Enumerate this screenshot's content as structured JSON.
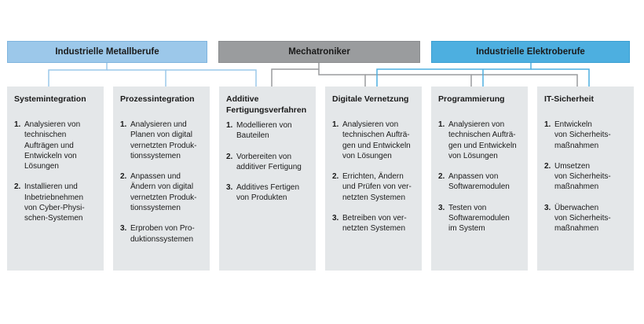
{
  "groups": {
    "metal": "Industrielle Metallberufe",
    "mecha": "Mechatroniker",
    "elektro": "Industrielle Elektroberufe"
  },
  "colors": {
    "metal": "#9cc8ea",
    "mecha": "#9a9c9e",
    "elektro": "#4dafe0",
    "card_bg": "#e4e7e9"
  },
  "cards": [
    {
      "title": "Systemintegration",
      "items": [
        {
          "num": "1.",
          "text": "Analysieren von\ntechnischen\nAufträgen und\nEntwickeln von\nLösungen"
        },
        {
          "num": "2.",
          "text": "Installieren und\nInbetriebnehmen\nvon Cyber-Physi-\nschen-Systemen"
        }
      ]
    },
    {
      "title": "Prozessintegration",
      "items": [
        {
          "num": "1.",
          "text": "Analysieren und\nPlanen von digital\nvernetzten Produk-\ntionssystemen"
        },
        {
          "num": "2.",
          "text": "Anpassen und\nÄndern von digital\nvernetzten Produk-\ntionssystemen"
        },
        {
          "num": "3.",
          "text": "Erproben von Pro-\nduktionssystemen"
        }
      ]
    },
    {
      "title": "Additive\nFertigungsverfahren",
      "items": [
        {
          "num": "1.",
          "text": "Modellieren von\nBauteilen"
        },
        {
          "num": "2.",
          "text": "Vorbereiten von\nadditiver Fertigung"
        },
        {
          "num": "3.",
          "text": "Additives Fertigen\nvon Produkten"
        }
      ]
    },
    {
      "title": "Digitale Vernetzung",
      "items": [
        {
          "num": "1.",
          "text": "Analysieren von\ntechnischen Aufträ-\ngen und Entwickeln\nvon Lösungen"
        },
        {
          "num": "2.",
          "text": "Errichten, Ändern\nund Prüfen von ver-\nnetzten Systemen"
        },
        {
          "num": "3.",
          "text": "Betreiben von ver-\nnetzten Systemen"
        }
      ]
    },
    {
      "title": "Programmierung",
      "items": [
        {
          "num": "1.",
          "text": "Analysieren von\ntechnischen Aufträ-\ngen und Entwickeln\nvon Lösungen"
        },
        {
          "num": "2.",
          "text": "Anpassen von\nSoftwaremodulen"
        },
        {
          "num": "3.",
          "text": "Testen von\nSoftwaremodulen\nim System"
        }
      ]
    },
    {
      "title": "IT-Sicherheit",
      "items": [
        {
          "num": "1.",
          "text": "Entwickeln\nvon Sicherheits-\nmaßnahmen"
        },
        {
          "num": "2.",
          "text": "Umsetzen\nvon Sicherheits-\nmaßnahmen"
        },
        {
          "num": "3.",
          "text": "Überwachen\nvon Sicherheits-\nmaßnahmen"
        }
      ]
    }
  ]
}
